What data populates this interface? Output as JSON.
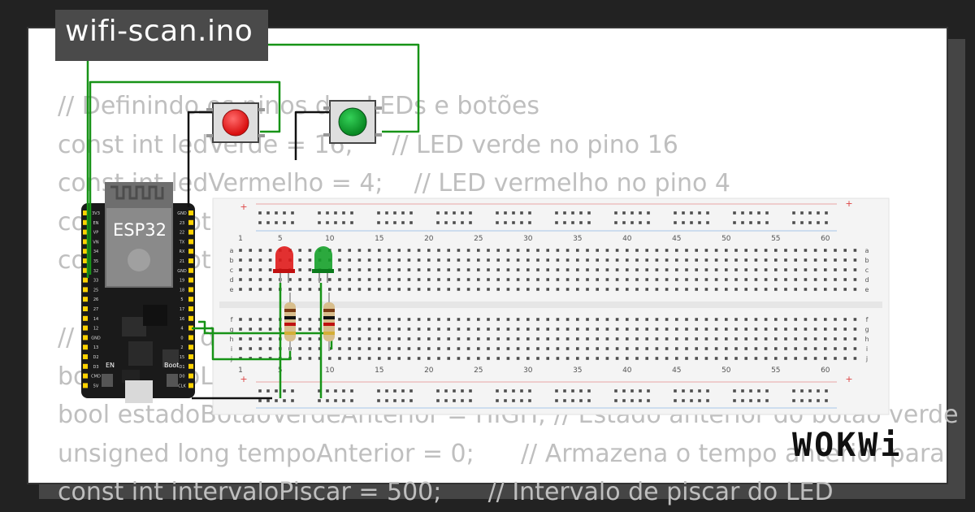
{
  "title": "wifi-scan.ino",
  "brand": "WOKWi",
  "code_lines": [
    "// Definindo os pinos dos LEDs e botões",
    "const int ledVerde = 16;     // LED verde no pino 16",
    "const int ledVermelho = 4;    // LED vermelho no pino 4",
    "const int botaoVerde = 5;",
    "const int botaoVermelho = 17;",
    "",
    "// Variáveis de estado",
    "bool estadoLedVermelho = LOW;",
    "bool estadoBotaoVerdeAnterior = HIGH; // Estado anterior do botão verde",
    "unsigned long tempoAnterior = 0;      // Armazena o tempo anterior para",
    "const int intervaloPiscar = 500;      // Intervalo de piscar do LED"
  ],
  "esp32": {
    "label": "ESP32",
    "button_en": "EN",
    "button_boot": "Boot",
    "left_pins": [
      "3V3",
      "EN",
      "VP",
      "VN",
      "34",
      "35",
      "32",
      "33",
      "25",
      "26",
      "27",
      "14",
      "12",
      "GND",
      "13",
      "D2",
      "D3",
      "CMD",
      "5V"
    ],
    "right_pins": [
      "GND",
      "23",
      "22",
      "TX",
      "RX",
      "21",
      "GND",
      "19",
      "18",
      "5",
      "17",
      "16",
      "4",
      "0",
      "2",
      "15",
      "D1",
      "D0",
      "CLK"
    ]
  },
  "breadboard": {
    "column_numbers": [
      "1",
      "5",
      "10",
      "15",
      "20",
      "25",
      "30",
      "35",
      "40",
      "45",
      "50",
      "55",
      "60"
    ],
    "row_letters_top": [
      "a",
      "b",
      "c",
      "d",
      "e"
    ],
    "row_letters_bottom": [
      "f",
      "g",
      "h",
      "i",
      "j"
    ],
    "rail_plus": "+",
    "rail_minus": "-"
  },
  "components": {
    "led_red": "red-led",
    "led_green": "green-led",
    "button_red": "red-pushbutton",
    "button_green": "green-pushbutton",
    "resistor_count": 2
  },
  "colors": {
    "background": "#222222",
    "wire_green": "#179317",
    "wire_black": "#111111",
    "led_red": "#e01b1b",
    "led_green": "#16a12a",
    "board": "#1a1a1a",
    "header": "#ffd200",
    "breadboard": "#f4f4f4"
  }
}
